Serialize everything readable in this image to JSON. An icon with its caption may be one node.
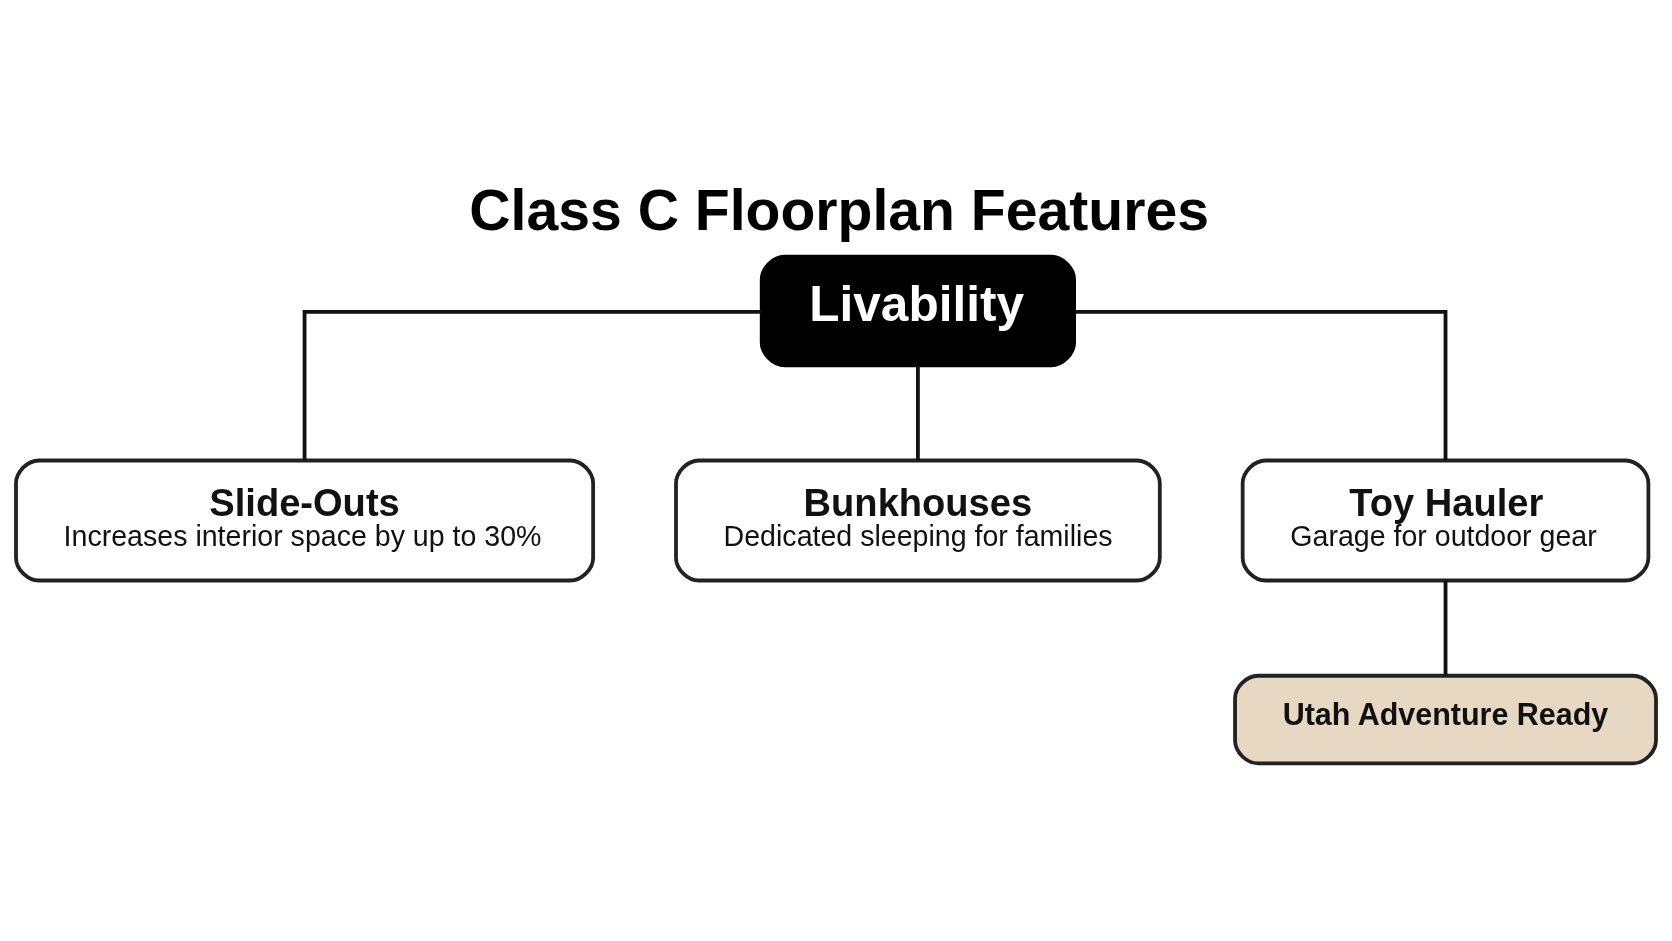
{
  "diagram": {
    "title": "Class C Floorplan Features",
    "nodes": [
      {
        "text": [
          "Livability"
        ]
      },
      {
        "text": [
          "Slide-Outs",
          "Increases interior space by up to 30%"
        ]
      },
      {
        "text": [
          "Bunkhouses",
          "Dedicated sleeping for families"
        ]
      },
      {
        "text": [
          "Toy Hauler",
          "Garage for outdoor gear"
        ]
      },
      {
        "text": [
          "Utah Adventure Ready"
        ]
      }
    ],
    "edges": [
      {
        "from": 0,
        "to": 1,
        "arrow": "none"
      },
      {
        "from": 0,
        "to": 2,
        "arrow": "none"
      },
      {
        "from": 0,
        "to": 3,
        "arrow": "none"
      },
      {
        "from": 3,
        "to": 4,
        "arrow": "none"
      }
    ]
  }
}
